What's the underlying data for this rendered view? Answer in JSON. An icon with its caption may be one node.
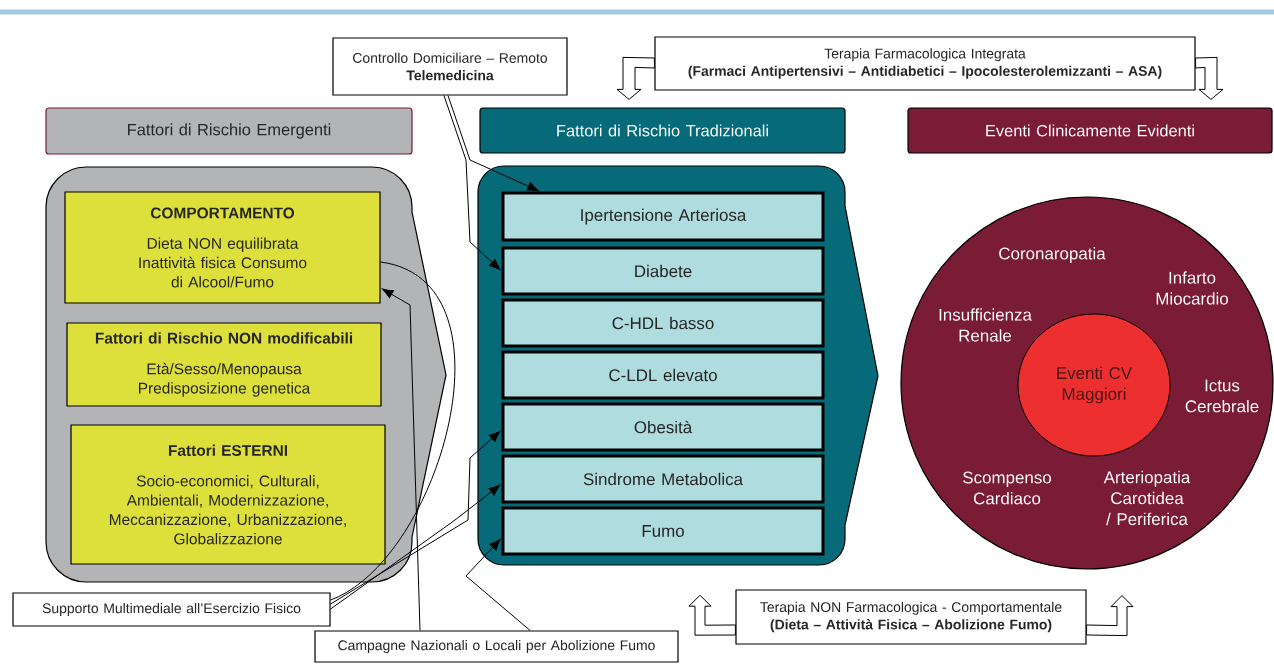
{
  "diagram": {
    "nodes": [
      {
        "text": [
          "Controllo Domiciliare – Remoto",
          "Telemedicina"
        ]
      },
      {
        "text": [
          "Terapia Farmacologica Integrata",
          "(Farmaci Antipertensivi – Antidiabetici – Ipocolesterolemizzanti – ASA)"
        ]
      },
      {
        "text": [
          "Fattori di Rischio Emergenti"
        ]
      },
      {
        "text": [
          "Fattori di Rischio Tradizionali"
        ]
      },
      {
        "text": [
          "Eventi Clinicamente Evidenti"
        ]
      },
      {
        "text": [],
        "shape": "box"
      },
      {
        "text": [
          "COMPORTAMENTO",
          "Dieta NON equilibrata Inattività fisica Consumo di Alcool/Fumo"
        ],
        "in": 5
      },
      {
        "text": [
          "Fattori di Rischio NON modificabili",
          "Età/Sesso/Menopausa Predisposizione genetica"
        ],
        "in": 5
      },
      {
        "text": [
          "Fattori ESTERNI",
          "Socio-economici, Culturali, Ambientali, Modernizzazione, Meccanizzazione, Urbanizzazione, Globalizzazione"
        ],
        "in": 5
      },
      {
        "text": [],
        "shape": "box"
      },
      {
        "text": [
          "Ipertensione Arteriosa"
        ],
        "in": 9
      },
      {
        "text": [
          "Diabete"
        ],
        "in": 9
      },
      {
        "text": [
          "C-HDL basso"
        ],
        "in": 9
      },
      {
        "text": [
          "C-LDL elevato"
        ],
        "in": 9
      },
      {
        "text": [
          "Obesità"
        ],
        "in": 9
      },
      {
        "text": [
          "Sindrome Metabolica"
        ],
        "in": 9
      },
      {
        "text": [
          "Fumo"
        ],
        "in": 9
      },
      {
        "text": [
          "Coronaropatia",
          "Infarto Miocardio",
          "Insufficienza Renale",
          "Ictus Cerebrale",
          "Scompenso Cardiaco",
          "Arteriopatia Carotidea / Periferica"
        ]
      },
      {
        "text": [
          "Eventi CV Maggiori"
        ],
        "in": 17
      },
      {
        "text": [
          "Supporto Multimediale all’Esercizio Fisico"
        ]
      },
      {
        "text": [
          "Campagne Nazionali o Locali per Abolizione Fumo"
        ]
      },
      {
        "text": [
          "Terapia NON Farmacologica - Comportamentale",
          "(Dieta – Attività Fisica – Abolizione Fumo)"
        ]
      }
    ],
    "edges": [
      {
        "from": 0,
        "to": 10,
        "arrow": "to"
      },
      {
        "from": 0,
        "to": 11,
        "arrow": "to"
      },
      {
        "from": 1,
        "to": 3,
        "arrow": "to",
        "style": "thick"
      },
      {
        "from": 1,
        "to": 4,
        "arrow": "to",
        "style": "thick"
      },
      {
        "from": 19,
        "to": 6,
        "arrow": "none"
      },
      {
        "from": 19,
        "to": 14,
        "arrow": "to"
      },
      {
        "from": 19,
        "to": 15,
        "arrow": "to"
      },
      {
        "from": 20,
        "to": 6,
        "arrow": "to"
      },
      {
        "from": 20,
        "to": 16,
        "arrow": "to"
      },
      {
        "from": 21,
        "to": 9,
        "arrow": "to",
        "style": "thick"
      },
      {
        "from": 21,
        "to": 17,
        "arrow": "to",
        "style": "thick"
      }
    ]
  }
}
